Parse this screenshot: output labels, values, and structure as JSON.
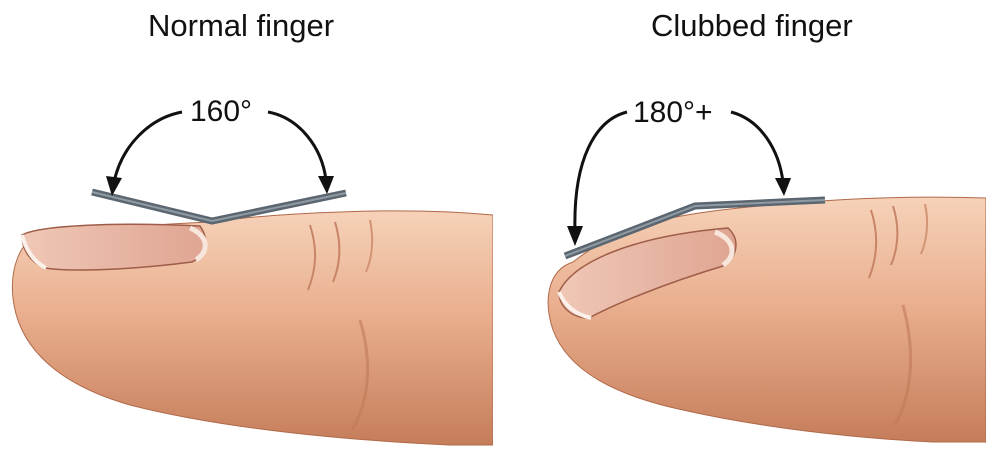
{
  "panels": [
    {
      "id": "normal",
      "title": "Normal finger",
      "angle_label": "160°"
    },
    {
      "id": "clubbed",
      "title": "Clubbed finger",
      "angle_label": "180°+"
    }
  ],
  "colors": {
    "skin_light": "#f3c9ad",
    "skin_mid": "#e0a27f",
    "skin_dark": "#b9714f",
    "nail": "#e8b6a3",
    "nail_tip": "#fbf1ea",
    "straightedge": "#5b6670",
    "arrow": "#111111"
  }
}
